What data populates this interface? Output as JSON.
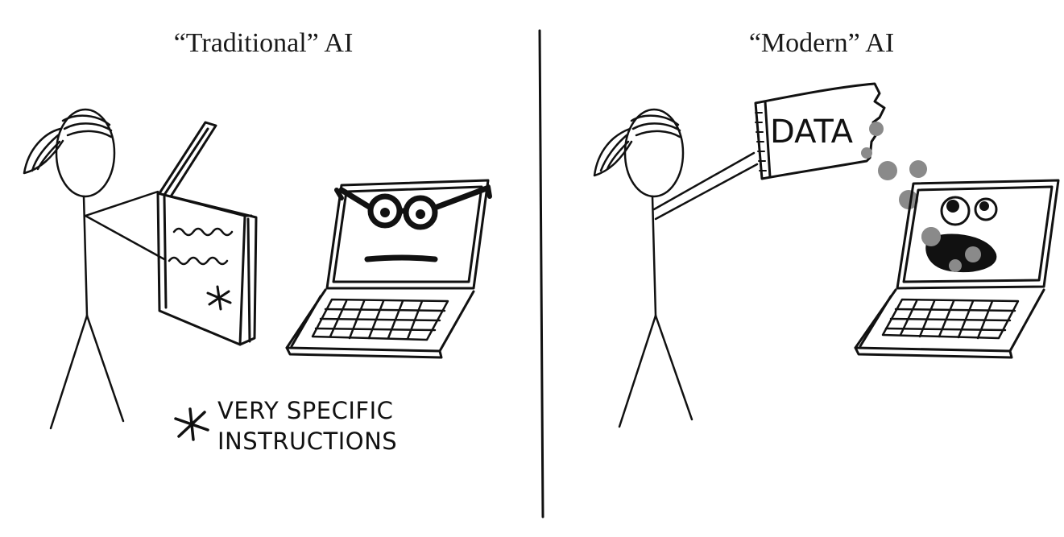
{
  "panels": {
    "left": {
      "title": "“Traditional” AI",
      "legend": {
        "symbol_icon": "asterisk-icon",
        "line1": "VERY SPECIFIC",
        "line2": "INSTRUCTIONS"
      }
    },
    "right": {
      "title": "“Modern” AI",
      "bag_label": "DATA"
    }
  },
  "colors": {
    "ink": "#111111",
    "data_dots": "#8a8a8a",
    "background": "#ffffff"
  }
}
